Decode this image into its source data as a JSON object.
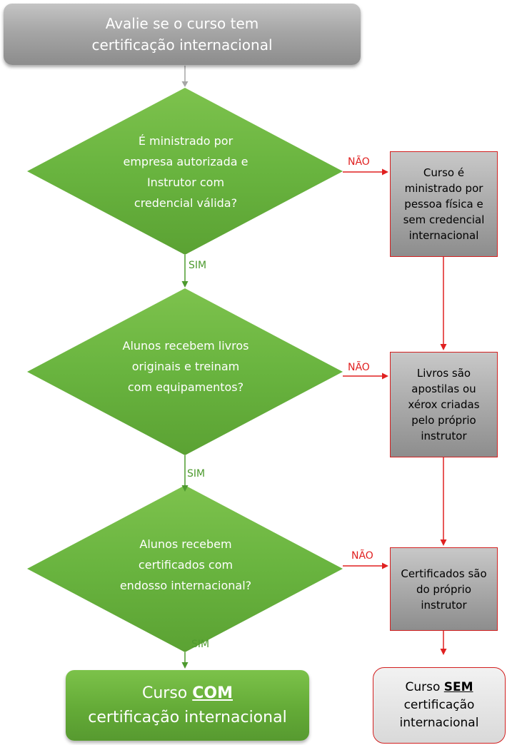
{
  "start": {
    "line1": "Avalie se o curso tem",
    "line2": "certificação internacional"
  },
  "decisions": [
    {
      "lines": [
        "É ministrado por",
        "empresa autorizada e",
        "Instrutor com",
        "credencial válida?"
      ]
    },
    {
      "lines": [
        "Alunos recebem livros",
        "originais e treinam",
        "com equipamentos?"
      ]
    },
    {
      "lines": [
        "Alunos recebem",
        "certificados com",
        "endosso internacional?"
      ]
    }
  ],
  "no_boxes": [
    {
      "lines": [
        "Curso é",
        "ministrado por",
        "pessoa física e",
        "sem credencial",
        "internacional"
      ]
    },
    {
      "lines": [
        "Livros são",
        "apostilas ou",
        "xérox criadas",
        "pelo próprio",
        "instrutor"
      ]
    },
    {
      "lines": [
        "Certificados são",
        "do próprio",
        "instrutor"
      ]
    }
  ],
  "labels": {
    "no": "NÃO",
    "yes": "SIM"
  },
  "end_yes": {
    "prefix": "Curso ",
    "highlight": "COM",
    "line2": "certificação internacional"
  },
  "end_no": {
    "prefix": "Curso ",
    "highlight": "SEM",
    "line2": "certificação",
    "line3": "internacional"
  },
  "colors": {
    "decision_green": "#6ab43f",
    "arrow_green": "#4d9a2e",
    "arrow_red": "#e02020",
    "arrow_gray": "#a6a6a6"
  }
}
